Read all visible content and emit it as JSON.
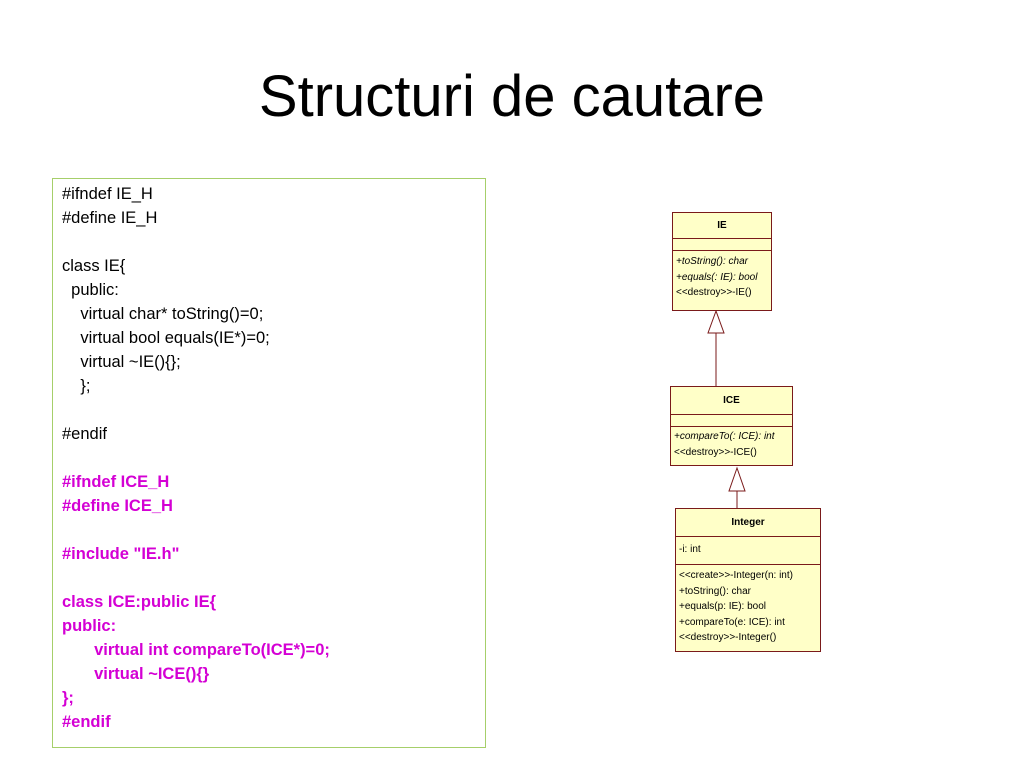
{
  "slide": {
    "title": "Structuri de cautare"
  },
  "code": {
    "lines": [
      {
        "text": "#ifndef IE_H",
        "highlight": false
      },
      {
        "text": "#define IE_H",
        "highlight": false
      },
      {
        "text": "",
        "highlight": false
      },
      {
        "text": "class IE{",
        "highlight": false
      },
      {
        "text": "  public:",
        "highlight": false
      },
      {
        "text": "    virtual char* toString()=0;",
        "highlight": false
      },
      {
        "text": "    virtual bool equals(IE*)=0;",
        "highlight": false
      },
      {
        "text": "    virtual ~IE(){};",
        "highlight": false
      },
      {
        "text": "    };",
        "highlight": false
      },
      {
        "text": "",
        "highlight": false
      },
      {
        "text": "#endif",
        "highlight": false
      },
      {
        "text": "",
        "highlight": false
      },
      {
        "text": "#ifndef ICE_H",
        "highlight": true
      },
      {
        "text": "#define ICE_H",
        "highlight": true
      },
      {
        "text": "",
        "highlight": true
      },
      {
        "text": "#include \"IE.h\"",
        "highlight": true
      },
      {
        "text": "",
        "highlight": true
      },
      {
        "text": "class ICE:public IE{",
        "highlight": true
      },
      {
        "text": "public:",
        "highlight": true
      },
      {
        "text": "       virtual int compareTo(ICE*)=0;",
        "highlight": true
      },
      {
        "text": "       virtual ~ICE(){}",
        "highlight": true
      },
      {
        "text": "};",
        "highlight": true
      },
      {
        "text": "#endif",
        "highlight": true
      }
    ],
    "colors": {
      "border": "#a6cf6a",
      "highlight": "#d400d4",
      "normal": "#000000"
    }
  },
  "uml": {
    "colors": {
      "fill": "#ffffc8",
      "border": "#7a1a1a",
      "arrow": "#7a1a1a"
    },
    "classes": [
      {
        "id": "ie",
        "name": "IE",
        "attributes": [],
        "operations": [
          {
            "text": "+toString(): char",
            "italic": true
          },
          {
            "text": "+equals(: IE): bool",
            "italic": true
          },
          {
            "text": "<<destroy>>-IE()",
            "italic": false
          }
        ]
      },
      {
        "id": "ice",
        "name": "ICE",
        "attributes": [],
        "operations": [
          {
            "text": "+compareTo(: ICE): int",
            "italic": true
          },
          {
            "text": "<<destroy>>-ICE()",
            "italic": false
          }
        ]
      },
      {
        "id": "integer",
        "name": "Integer",
        "attributes": [
          {
            "text": "-i: int",
            "italic": false
          }
        ],
        "operations": [
          {
            "text": "<<create>>-Integer(n: int)",
            "italic": false
          },
          {
            "text": "+toString(): char",
            "italic": false
          },
          {
            "text": "+equals(p: IE): bool",
            "italic": false
          },
          {
            "text": "+compareTo(e: ICE): int",
            "italic": false
          },
          {
            "text": "<<destroy>>-Integer()",
            "italic": false
          }
        ]
      }
    ],
    "relations": [
      {
        "type": "generalization",
        "from": "ice",
        "to": "ie"
      },
      {
        "type": "generalization",
        "from": "integer",
        "to": "ice"
      }
    ]
  }
}
